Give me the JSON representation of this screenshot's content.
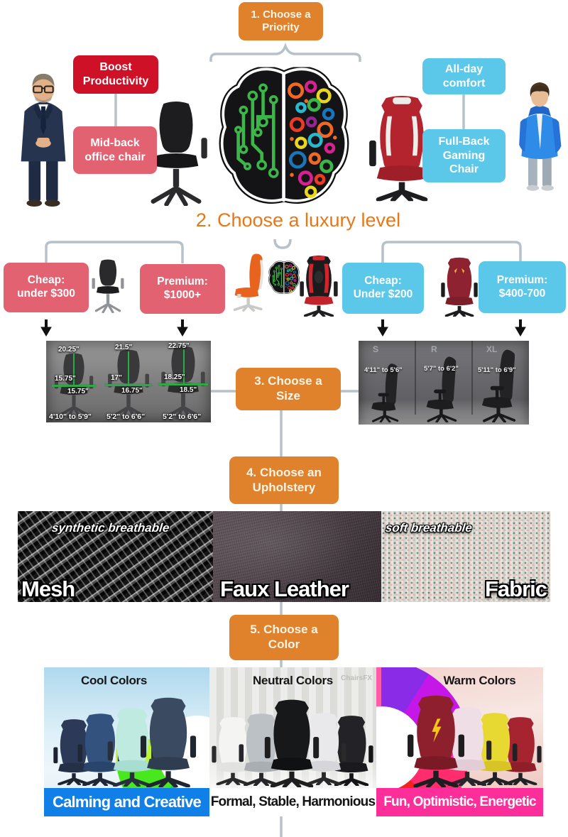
{
  "steps": {
    "s1": "1.  Choose a\nPriority",
    "s2": "2. Choose a luxury level",
    "s3": "3. Choose a\nSize",
    "s4": "4. Choose an\nUpholstery",
    "s5": "5. Choose a\nColor"
  },
  "priority": {
    "boost": "Boost\nProductivity",
    "office_chair": "Mid-back\noffice chair",
    "comfort": "All-day\ncomfort",
    "gaming_chair": "Full-Back\nGaming\nChair"
  },
  "luxury": {
    "office_cheap": "Cheap:\nunder $300",
    "office_premium": "Premium:\n$1000+",
    "gaming_cheap": "Cheap:\nUnder $200",
    "gaming_premium": "Premium:\n$400-700"
  },
  "sizes": {
    "office": [
      {
        "back": "20.25\"",
        "width": "15.75\"",
        "seat": "15.75\"",
        "range": "4'10\" to 5'9\""
      },
      {
        "back": "21.5\"",
        "width": "17\"",
        "seat": "16.75\"",
        "range": "5'2\" to 6'6\""
      },
      {
        "back": "22.75\"",
        "width": "18.25\"",
        "seat": "18.5\"",
        "range": "5'2\" to 6'6\""
      }
    ],
    "gaming": [
      {
        "label": "S",
        "range": "4'11\" to 5'6\""
      },
      {
        "label": "R",
        "range": "5'7\" to 6'2\""
      },
      {
        "label": "XL",
        "range": "5'11\" to 6'9\""
      }
    ]
  },
  "upholstery": {
    "mesh": {
      "tag": "synthetic breathable",
      "name": "Mesh"
    },
    "leather": {
      "name": "Faux Leather"
    },
    "fabric": {
      "tag": "soft breathable",
      "name": "Fabric"
    }
  },
  "colors": {
    "cool": {
      "title": "Cool Colors",
      "caption": "Calming and Creative"
    },
    "neutral": {
      "title": "Neutral Colors",
      "caption": "Formal, Stable, Harmonious",
      "watermark": "ChairsFX"
    },
    "warm": {
      "title": "Warm Colors",
      "caption": "Fun, Optimistic, Energetic"
    }
  },
  "palette": {
    "step_box_orange": "#E0812C",
    "boost_red": "#CE1126",
    "office_pink": "#E26272",
    "gaming_blue": "#5BC8EA",
    "heading_orange": "#E87716",
    "connector_grey": "#B6C2CA",
    "arrow_black": "#111111",
    "measure_green": "#2FA846",
    "cool_banner_blue": "#1080E8",
    "neutral_banner_white": "#FFFFFF",
    "warm_banner_magenta": "#FD2E9A"
  }
}
